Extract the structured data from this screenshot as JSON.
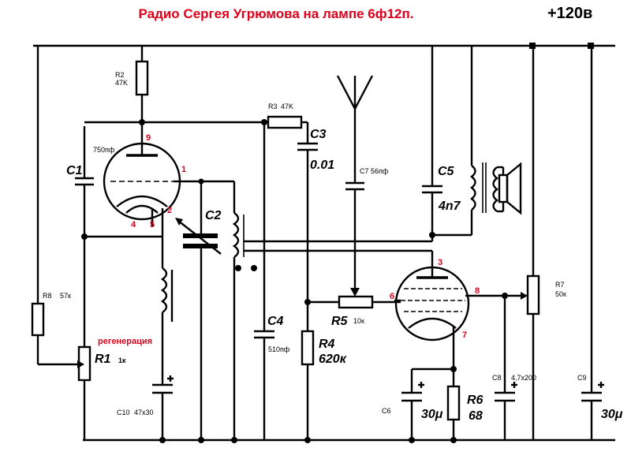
{
  "title": "Радио Сергея Угрюмова на лампе 6ф12п.",
  "supply_label": "+120в",
  "components": {
    "R1": {
      "name": "R1",
      "value": "1к",
      "note": "регенерация"
    },
    "R2": {
      "name": "R2",
      "value": "47K"
    },
    "R3": {
      "name": "R3",
      "value": "47K"
    },
    "R4": {
      "name": "R4",
      "value": "620к"
    },
    "R5": {
      "name": "R5",
      "value": "10к"
    },
    "R6": {
      "name": "R6",
      "value": "68"
    },
    "R7": {
      "name": "R7",
      "value": "50к"
    },
    "R8": {
      "name": "R8",
      "value": "57к"
    },
    "C1": {
      "name": "C1",
      "value": "750пф"
    },
    "C2": {
      "name": "C2"
    },
    "C3": {
      "name": "C3",
      "value": "0.01"
    },
    "C4": {
      "name": "C4",
      "value": "510пф"
    },
    "C5": {
      "name": "C5",
      "value": "4n7"
    },
    "C6": {
      "name": "C6",
      "value": "30μ"
    },
    "C7": {
      "name": "C7",
      "value": "56пф"
    },
    "C8": {
      "name": "C8",
      "value": "4,7x200"
    },
    "C9": {
      "name": "C9",
      "value": "30μ"
    },
    "C10": {
      "name": "C10",
      "value": "47x30"
    }
  },
  "pins": {
    "p1": "1",
    "p2": "2",
    "p3": "3",
    "p4": "4",
    "p5": "5",
    "p6": "6",
    "p7": "7",
    "p8": "8",
    "p9": "9"
  }
}
